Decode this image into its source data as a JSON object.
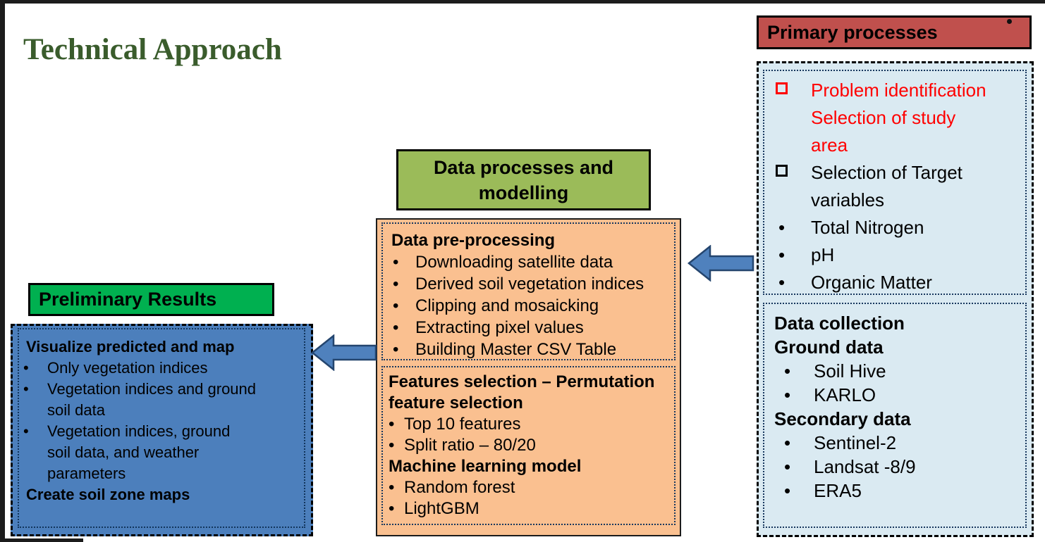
{
  "slide": {
    "title": "Technical Approach"
  },
  "colors": {
    "red_header": "#c0504d",
    "olive_header": "#9bbb59",
    "green_header": "#00b050",
    "light_blue_fill": "#daeaf2",
    "orange_fill": "#fac090",
    "blue_fill": "#4c7fbc",
    "red_text": "#ff0000",
    "dotted_border": "#17375e",
    "arrow_fill": "#4f81bd"
  },
  "primary_column": {
    "header": "Primary processes",
    "top_box": {
      "square_items": [
        {
          "color": "red",
          "lines": [
            "Problem identification",
            "Selection of study",
            "area"
          ]
        },
        {
          "color": "black",
          "lines": [
            "Selection of Target",
            "variables"
          ]
        }
      ],
      "bullet_items": [
        "Total Nitrogen",
        "pH",
        "Organic Matter"
      ]
    },
    "bottom_box": {
      "title": "Data collection",
      "group1_title": "Ground data",
      "group1_items": [
        "Soil Hive",
        "KARLO"
      ],
      "group2_title": "Secondary data",
      "group2_items": [
        "Sentinel-2",
        "Landsat -8/9",
        "ERA5"
      ]
    }
  },
  "process_column": {
    "header": "Data processes and modelling",
    "preprocessing": {
      "title": "Data pre-processing",
      "items": [
        "Downloading satellite data",
        "Derived soil vegetation indices",
        "Clipping and mosaicking",
        "Extracting pixel values",
        "Building Master CSV Table"
      ]
    },
    "modelling": {
      "features_title": [
        "Features selection – Permutation",
        "feature selection"
      ],
      "features_items": [
        "Top 10 features",
        "Split ratio – 80/20"
      ],
      "ml_title": "Machine learning model",
      "ml_items": [
        "Random forest",
        "LightGBM"
      ]
    }
  },
  "results_column": {
    "header": "Preliminary Results",
    "title": "Visualize predicted and map",
    "items": [
      {
        "lines": [
          "Only vegetation indices"
        ]
      },
      {
        "lines": [
          "Vegetation indices and ground",
          "soil data"
        ]
      },
      {
        "lines": [
          "Vegetation indices, ground",
          "soil data, and weather",
          "parameters"
        ]
      }
    ],
    "footer": "Create soil zone maps"
  }
}
